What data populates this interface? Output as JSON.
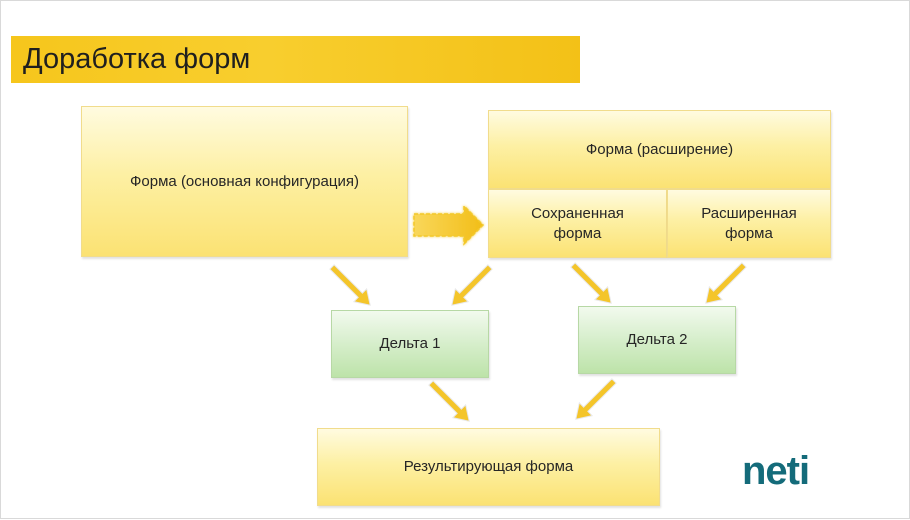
{
  "slide": {
    "title": "Доработка форм"
  },
  "diagram": {
    "base_form": "Форма (основная конфигурация)",
    "extension_form": "Форма (расширение)",
    "saved_form_line1": "Сохраненная",
    "saved_form_line2": "форма",
    "extended_form_line1": "Расширенная",
    "extended_form_line2": "форма",
    "delta1": "Дельта 1",
    "delta2": "Дельта 2",
    "result_form": "Результирующая форма"
  },
  "logo": {
    "text": "neti",
    "color": "#146b7a"
  },
  "colors": {
    "accent": "#f6c61c",
    "arrow": "#f2c227",
    "yellow_box": "#fdf0a4",
    "green_box": "#d6eecb"
  }
}
